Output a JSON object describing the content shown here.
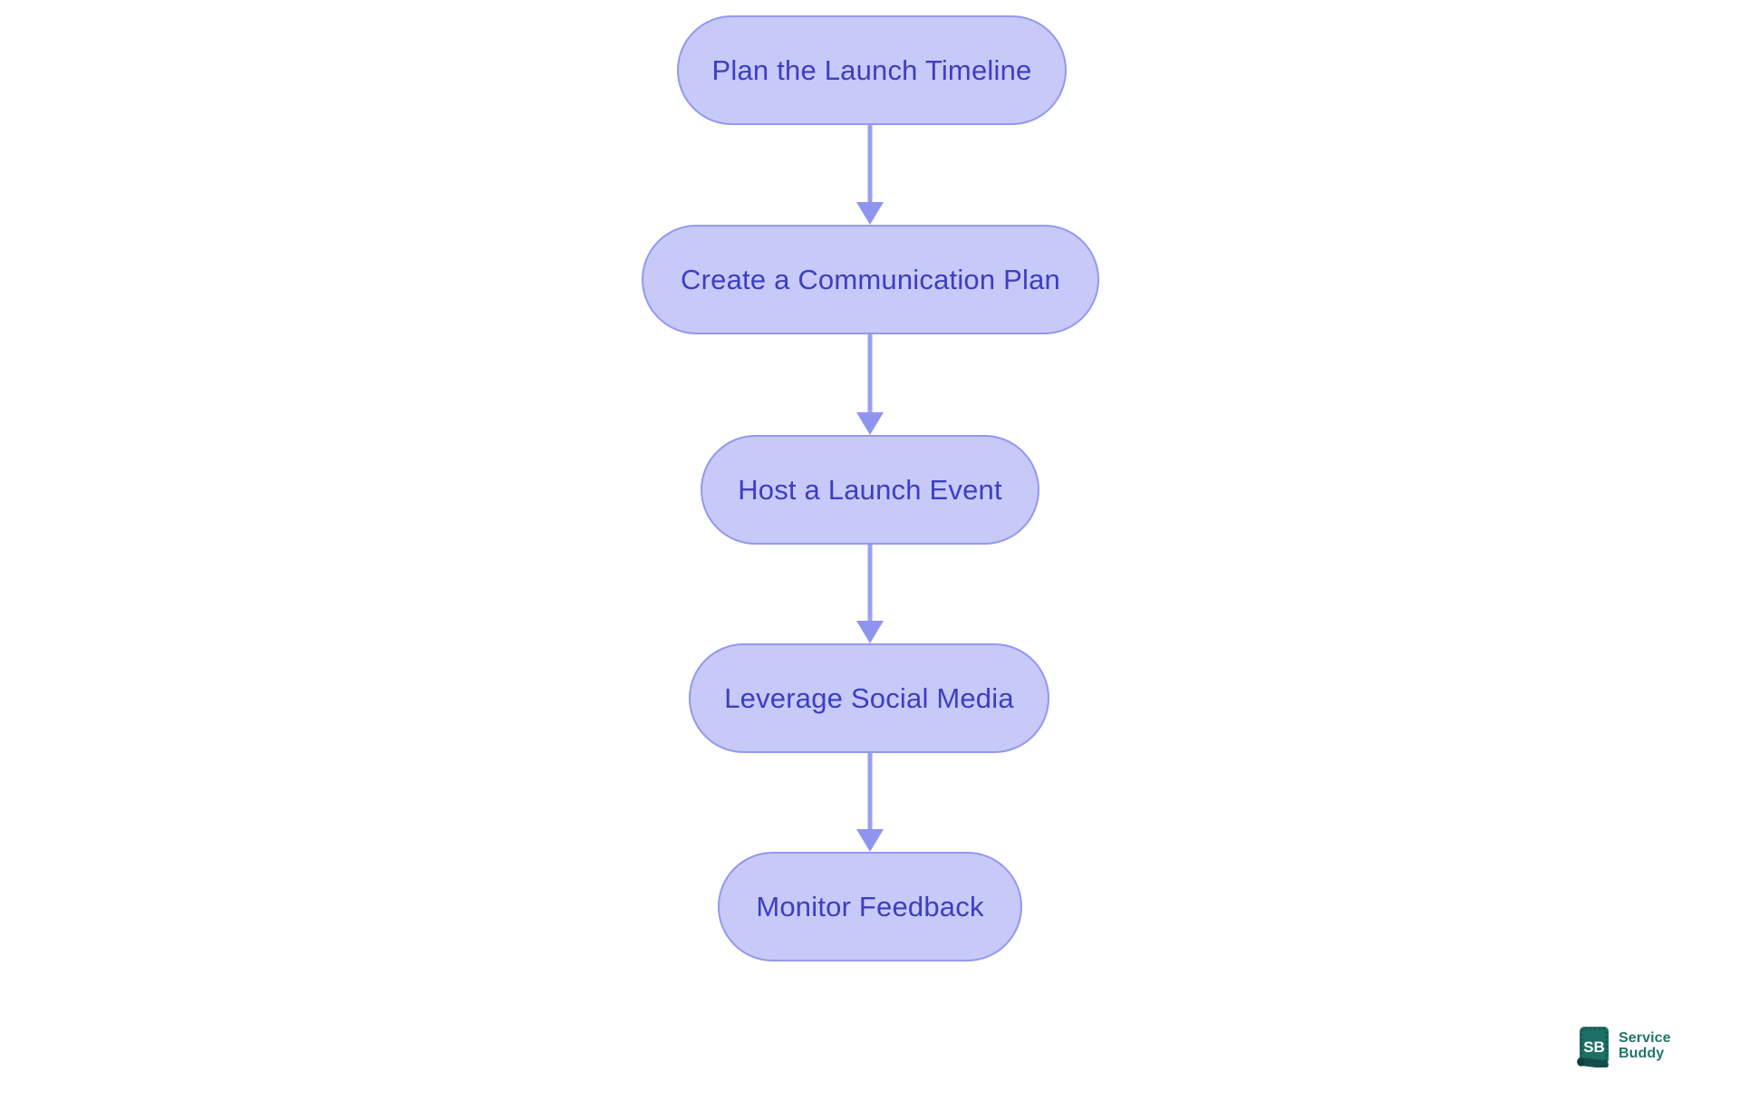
{
  "flowchart": {
    "type": "flowchart",
    "direction": "top-down",
    "nodes": [
      {
        "id": "1",
        "label": "Plan the Launch Timeline"
      },
      {
        "id": "2",
        "label": "Create a Communication Plan"
      },
      {
        "id": "3",
        "label": "Host a Launch Event"
      },
      {
        "id": "4",
        "label": "Leverage Social Media"
      },
      {
        "id": "5",
        "label": "Monitor Feedback"
      }
    ],
    "edges": [
      {
        "from": "1",
        "to": "2"
      },
      {
        "from": "2",
        "to": "3"
      },
      {
        "from": "3",
        "to": "4"
      },
      {
        "from": "4",
        "to": "5"
      }
    ],
    "colors": {
      "node_fill": "#c7c9f8",
      "node_border": "#9398ee",
      "node_text": "#3c3fc0",
      "arrow": "#9aa0f1",
      "background": "#ffffff"
    }
  },
  "watermark": {
    "badge_initials": "SB",
    "line1": "Service",
    "line2": "Buddy",
    "brand_teal": "#1e6f66"
  }
}
